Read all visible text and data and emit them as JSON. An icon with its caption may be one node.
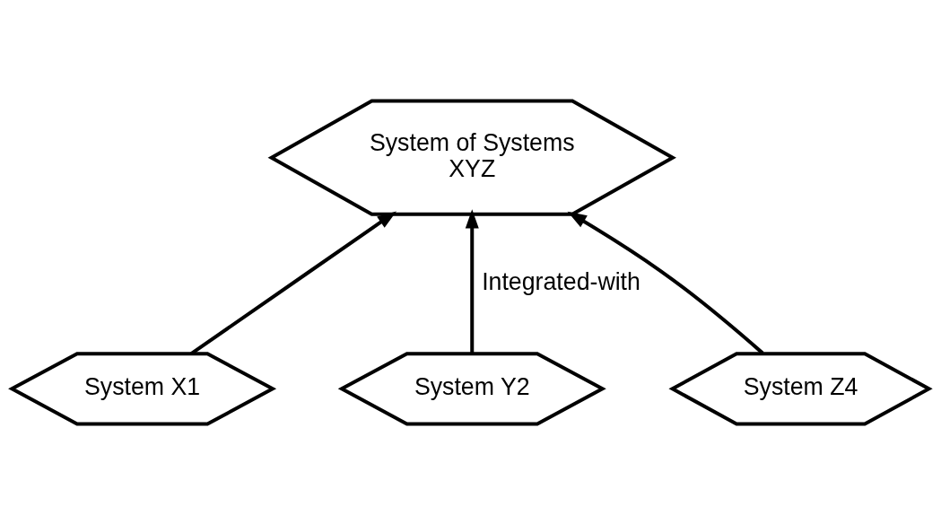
{
  "diagram": {
    "nodes": [
      {
        "text": [
          "System of Systems",
          "XYZ"
        ]
      },
      {
        "text": [
          "System X1"
        ]
      },
      {
        "text": [
          "System Y2"
        ]
      },
      {
        "text": [
          "System Z4"
        ]
      }
    ],
    "edges": [
      {
        "from": 1,
        "to": 0,
        "arrow": "to"
      },
      {
        "from": 2,
        "to": 0,
        "arrow": "to",
        "label": "Integrated-with"
      },
      {
        "from": 3,
        "to": 0,
        "arrow": "to"
      }
    ]
  }
}
